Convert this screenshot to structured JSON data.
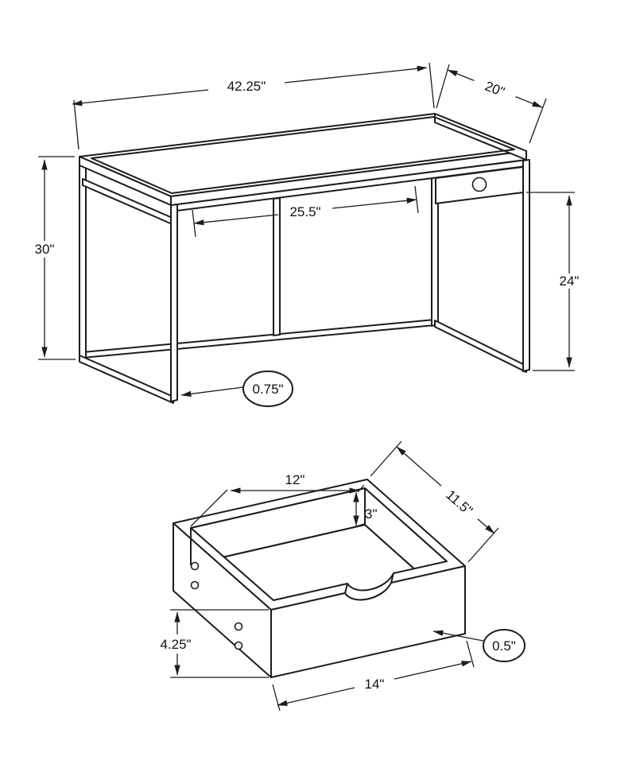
{
  "colors": {
    "line": "#1c1c1c",
    "background": "#ffffff"
  },
  "dims": {
    "desk": {
      "width": "42.25\"",
      "depth": "20\"",
      "height": "30\"",
      "clearance": "25.5\"",
      "side_height": "24\"",
      "frame": "0.75\""
    },
    "drawer": {
      "inner_width": "12\"",
      "inner_height": "3\"",
      "depth": "11.5\"",
      "front_height": "4.25\"",
      "width": "14\"",
      "thickness": "0.5\""
    }
  }
}
